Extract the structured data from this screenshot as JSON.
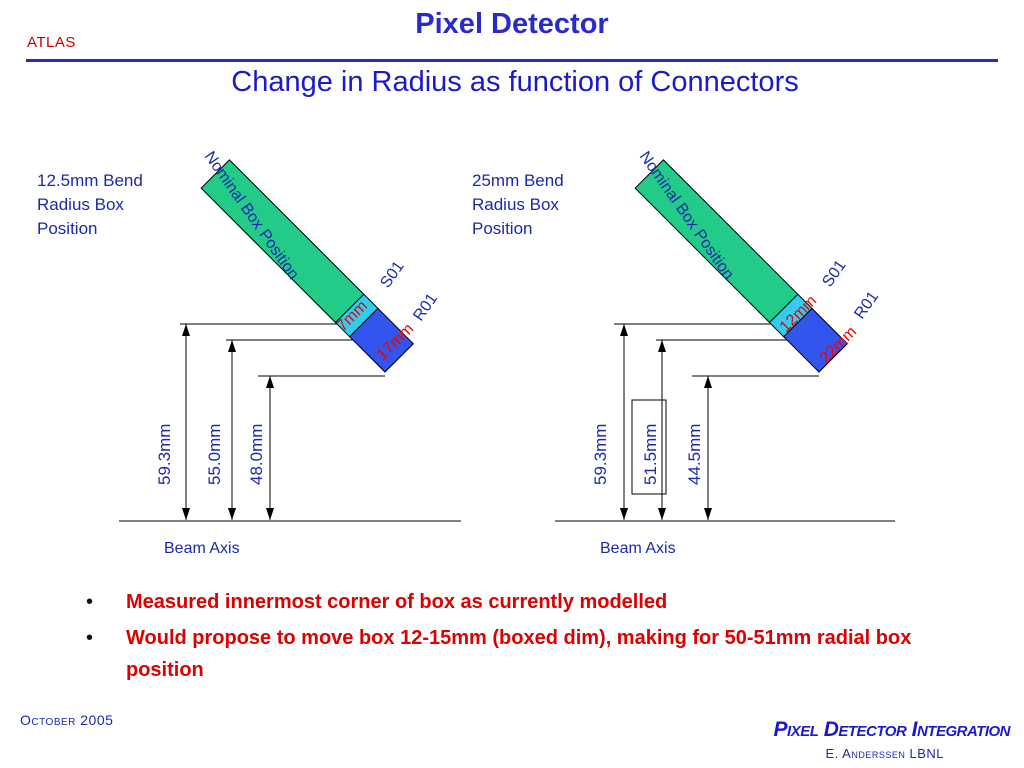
{
  "header": {
    "title": "Pixel Detector",
    "logo_text": "ATLAS",
    "subtitle": "Change in Radius as function of Connectors",
    "accent_color": "#2a2acb"
  },
  "diagram_left": {
    "label_lines": [
      "12.5mm Bend",
      "Radius Box",
      "Position"
    ],
    "box_label": "Nominal Box Position",
    "s01_label": "S01",
    "r01_label": "R01",
    "s01_dim": "7mm",
    "r01_dim": "17mm",
    "dimensions": [
      "59.3mm",
      "55.0mm",
      "48.0mm"
    ],
    "axis_label": "Beam Axis"
  },
  "diagram_right": {
    "label_lines": [
      "25mm Bend",
      "Radius Box",
      "Position"
    ],
    "box_label": "Nominal Box Position",
    "s01_label": "S01",
    "r01_label": "R01",
    "s01_dim": "12mm",
    "r01_dim": "22mm",
    "dimensions": [
      "59.3mm",
      "51.5mm",
      "44.5mm"
    ],
    "boxed_dimension": "51.5mm",
    "axis_label": "Beam Axis"
  },
  "colors": {
    "nominal_box": "#22cc88",
    "s01_box": "#33ccee",
    "r01_box": "#3355ee",
    "dimension_text": "#1a2aaa",
    "highlight_text": "#ee0000"
  },
  "bullets": [
    "Measured innermost corner of box as currently modelled",
    "Would propose to move box 12-15mm (boxed dim), making for 50-51mm radial box position"
  ],
  "footer": {
    "date": "October 2005",
    "title": "Pixel Detector Integration",
    "author": "E. Anderssen LBNL"
  }
}
